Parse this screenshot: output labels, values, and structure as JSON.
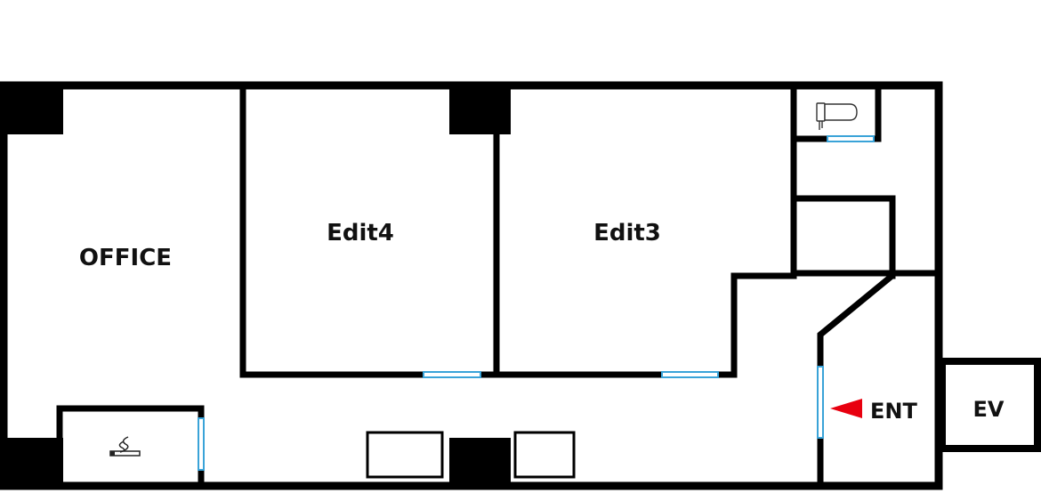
{
  "rooms": {
    "office": "OFFICE",
    "edit4": "Edit4",
    "edit3": "Edit3",
    "entrance": "ENT",
    "elevator": "EV"
  },
  "icons": {
    "toilet": "toilet-icon",
    "smoking": "smoking-area-icon",
    "entrance_arrow": "entrance-arrow-icon"
  },
  "colors": {
    "wall": "#000000",
    "door": "#3aa3d8",
    "arrow": "#e8000f",
    "background": "#ffffff"
  }
}
